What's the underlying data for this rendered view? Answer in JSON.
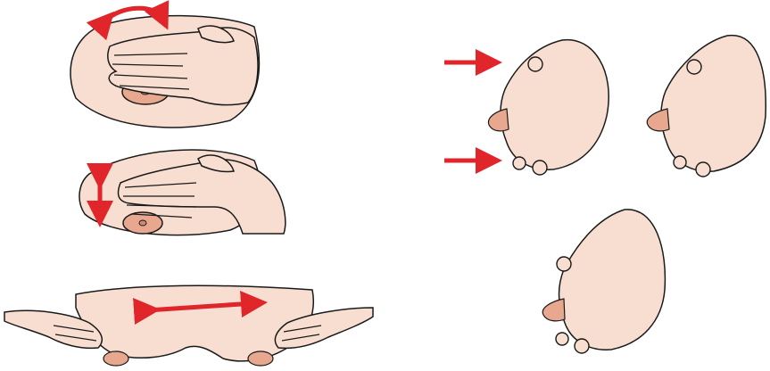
{
  "figure": {
    "panels": [
      {
        "id": "circular-massage",
        "motion": "circular",
        "arrow_color": "#e0252b"
      },
      {
        "id": "vertical-massage",
        "motion": "up-down",
        "arrow_color": "#e0252b"
      },
      {
        "id": "lateral-massage",
        "motion": "side-to-side",
        "arrow_color": "#e0252b"
      },
      {
        "id": "side-view-with-arrows",
        "arrow_count": 2,
        "arrow_color": "#e0252b"
      },
      {
        "id": "side-view-plain"
      },
      {
        "id": "side-view-lower"
      }
    ],
    "colors": {
      "skin": "#f8ded0",
      "skin_shade": "#e8c7b6",
      "areola": "#e8a78f",
      "outline": "#1a1a1a",
      "arrow": "#e0252b"
    }
  }
}
